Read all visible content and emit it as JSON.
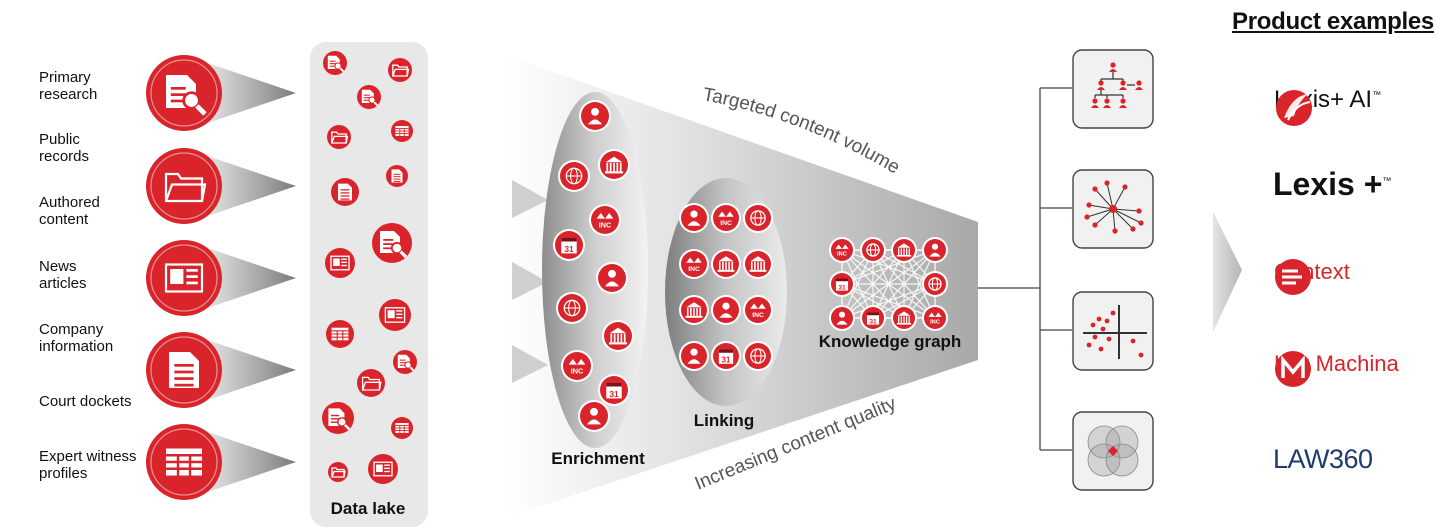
{
  "sources": [
    "Primary research",
    "Public records",
    "Authored content",
    "News articles",
    "Company information",
    "Court dockets",
    "Expert witness profiles"
  ],
  "source_label_lines": [
    [
      "Primary",
      "research"
    ],
    [
      "Public",
      "records"
    ],
    [
      "Authored",
      "content"
    ],
    [
      "News",
      "articles"
    ],
    [
      "Company",
      "information"
    ],
    [
      "Court dockets"
    ],
    [
      "Expert witness",
      "profiles"
    ]
  ],
  "stages": {
    "data_lake": "Data lake",
    "enrichment": "Enrichment",
    "linking": "Linking",
    "knowledge_graph": "Knowledge graph"
  },
  "funnel": {
    "top_label": "Targeted content volume",
    "bottom_label": "Increasing content quality"
  },
  "products": {
    "title": "Product examples",
    "items": [
      "Lexis+ AI",
      "Lexis +",
      "Context",
      "Lex Machina",
      "LAW360"
    ],
    "lexis_ai_tm": "™",
    "lexis_plus_tm": "™"
  },
  "colors": {
    "brand_red": "#d9242b",
    "dark_red": "#b01c22",
    "grey": "#9a9a9a",
    "light_grey": "#e6e6e6",
    "navy": "#1f3a6e"
  }
}
